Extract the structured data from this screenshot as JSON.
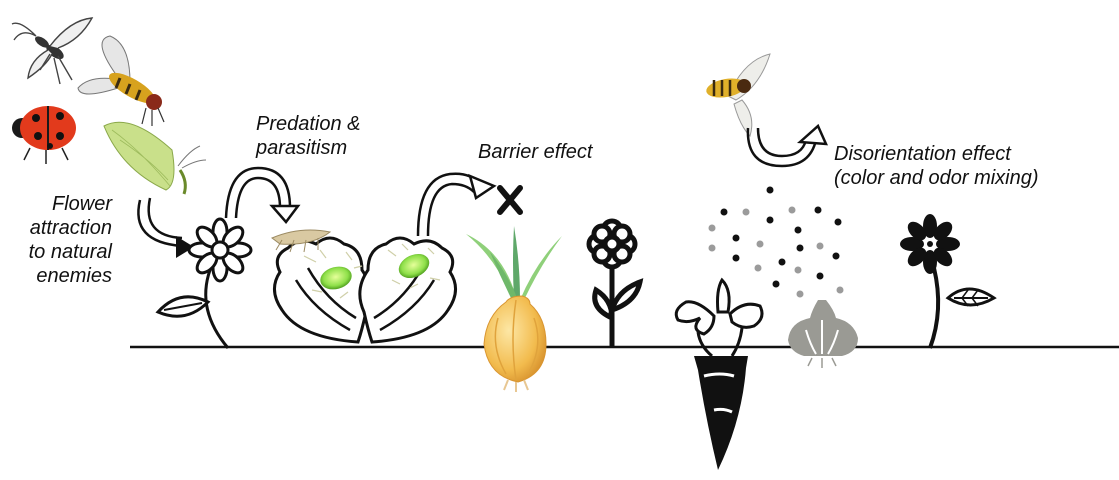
{
  "labels": {
    "flower_attraction": [
      "Flower",
      "attraction",
      "to natural",
      "enemies"
    ],
    "predation": [
      "Predation &",
      "parasitism"
    ],
    "barrier": "Barrier effect",
    "disorientation": [
      "Disorientation effect",
      "(color and odor mixing)"
    ]
  },
  "colors": {
    "ink": "#111111",
    "onion_bulb": "#f2bb4d",
    "onion_leaves": "#6fb86a",
    "garlic": "#9a9a94",
    "aphid": "#8fe04a",
    "odor_dot_gray": "#9b9b9b",
    "ladybug": "#e23a1c",
    "hoverfly": "#d7a21e",
    "lacewing": "#b5d46a"
  }
}
